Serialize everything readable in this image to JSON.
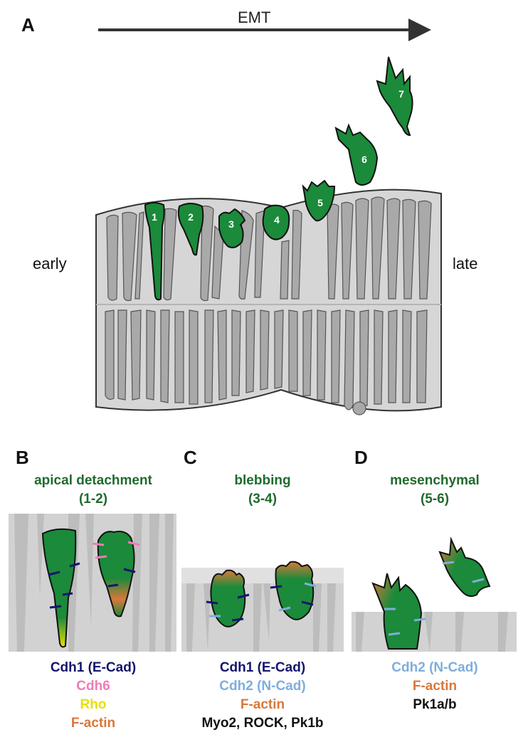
{
  "panels": {
    "A": {
      "letter": "A",
      "arrow_label": "EMT",
      "left_label": "early",
      "right_label": "late",
      "cell_numbers": [
        "1",
        "2",
        "3",
        "4",
        "5",
        "6",
        "7"
      ]
    },
    "B": {
      "letter": "B",
      "title_line1": "apical detachment",
      "title_line2": "(1-2)",
      "legend": [
        {
          "text": "Cdh1 (E-Cad)",
          "color": "#15156e"
        },
        {
          "text": "Cdh6",
          "color": "#f07bb8"
        },
        {
          "text": "Rho",
          "color": "#e8e100"
        },
        {
          "text": "F-actin",
          "color": "#d9783a"
        }
      ]
    },
    "C": {
      "letter": "C",
      "title_line1": "blebbing",
      "title_line2": "(3-4)",
      "legend": [
        {
          "text": "Cdh1 (E-Cad)",
          "color": "#15156e"
        },
        {
          "text": "Cdh2 (N-Cad)",
          "color": "#7eaedc"
        },
        {
          "text": "F-actin",
          "color": "#d9783a"
        },
        {
          "text": "Myo2, ROCK, Pk1b",
          "color": "#111111"
        }
      ]
    },
    "D": {
      "letter": "D",
      "title_line1": "mesenchymal",
      "title_line2": "(5-6)",
      "legend": [
        {
          "text": "Cdh2 (N-Cad)",
          "color": "#7eaedc"
        },
        {
          "text": "F-actin",
          "color": "#d9783a"
        },
        {
          "text": "Pk1a/b",
          "color": "#111111"
        }
      ]
    }
  },
  "colors": {
    "cell_green": "#1b8a3a",
    "tissue_gray": "#d6d6d6",
    "cell_gray": "#a9a9a9",
    "title_green": "#1f6b2c"
  }
}
